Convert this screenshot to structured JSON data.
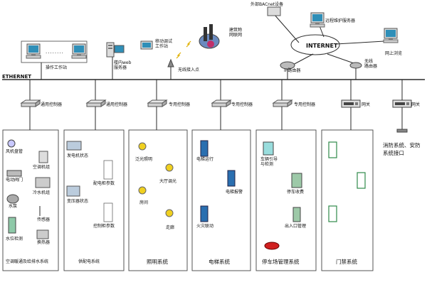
{
  "network": {
    "ethernet_label": "ETHERNET",
    "internet_label": "INTERNET",
    "bacnet_label": "外部BACnet设备",
    "remote_service_label": "远程维护服务器",
    "web_browse_label": "网上浏览",
    "router_label": "无线\n路由器",
    "ip_router_label": "IP路由器",
    "mobile_station_label": "移动调试\n工作站",
    "building_iot_label": "建筑物\n网联网",
    "ap_label": "无线接入点",
    "operator_station_label": "操作工作站",
    "web_server_label": "楼内web\n服务器",
    "station_dots": "........"
  },
  "controllers": [
    {
      "label": "通用控制器"
    },
    {
      "label": "通用控制器"
    },
    {
      "label": "专用控制器"
    },
    {
      "label": "专用控制器"
    },
    {
      "label": "专用控制器"
    },
    {
      "label": "网关"
    },
    {
      "label": "网关"
    }
  ],
  "fire_security_label": "消防系统、安防\n系统接口",
  "systems": [
    {
      "title": "空调暖通及给排水系统",
      "items": [
        "风机盘管",
        "空调机组",
        "电动阀门",
        "冷水机组",
        "水泵",
        "传感器",
        "水位检测",
        "换热器"
      ]
    },
    {
      "title": "供配电系统",
      "items": [
        "发电机状态",
        "配电柜参数",
        "变压器状态",
        "控制柜参数"
      ]
    },
    {
      "title": "照明系统",
      "items": [
        "泛光照明",
        "大厅调光",
        "房间",
        "走廊"
      ]
    },
    {
      "title": "电梯系统",
      "items": [
        "电梯运行",
        "电梯报警",
        "火灾联动"
      ]
    },
    {
      "title": "停车场管理系统",
      "items": [
        "车辆引导\n与检测",
        "停车收费",
        "出入口管理"
      ]
    },
    {
      "title": "门禁系统",
      "items": []
    }
  ],
  "colors": {
    "line": "#2a2a2a",
    "pc_screen": "#2f8fb8",
    "box_border": "#555555",
    "door_green": "#2f8a4a",
    "elevator_blue": "#2a6fb0",
    "bulb_yellow": "#f0d020",
    "car_red": "#d02020"
  }
}
